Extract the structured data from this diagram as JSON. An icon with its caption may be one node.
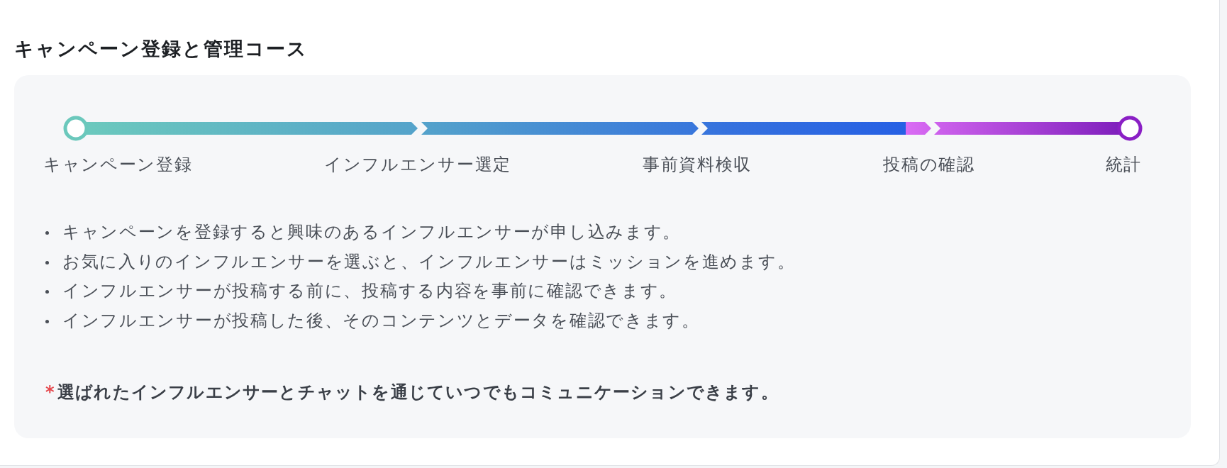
{
  "diagram": {
    "title": "キャンペーン登録と管理コース",
    "nodes": [
      {
        "text": [
          "キャンペーン登録",
          "インフルエンサー選定",
          "事前資料検収",
          "投稿の確認",
          "統計",
          "キャンペーンを登録すると興味のあるインフルエンサーが申し込みます。",
          "お気に入りのインフルエンサーを選ぶと、インフルエンサーはミッションを進めます。",
          "インフルエンサーが投稿する前に、投稿する内容を事前に確認できます。",
          "インフルエンサーが投稿した後、そのコンテンツとデータを確認できます。",
          "*",
          "選ばれたインフルエンサーとチャットを通じていつでもコミュニケーションできます。"
        ]
      }
    ]
  }
}
